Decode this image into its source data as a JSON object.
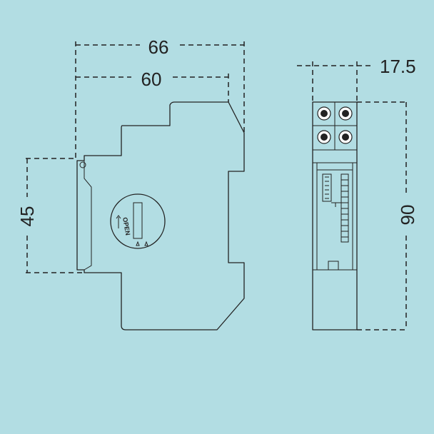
{
  "dimensions": {
    "side_total_width": "66",
    "side_body_width": "60",
    "side_rail_height": "45",
    "front_width": "17.5",
    "front_height": "90"
  },
  "dial": {
    "label": "OPEN"
  },
  "colors": {
    "background": "#b2dde3",
    "line": "#222222"
  }
}
